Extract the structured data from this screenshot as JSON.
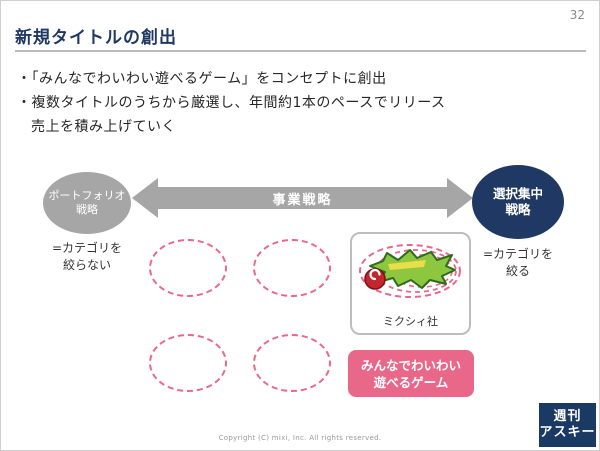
{
  "page": {
    "number": "32",
    "title": "新規タイトルの創出",
    "footer": "Copyright (C) mixi, Inc. All rights reserved."
  },
  "bullets": [
    "・「みんなでわいわい遊べるゲーム」をコンセプトに創出",
    "・複数タイトルのうちから厳選し、年間約1本のペースでリリース",
    "売上を積み上げていく"
  ],
  "diagram": {
    "left_circle": {
      "line1": "ポートフォリオ",
      "line2": "戦略"
    },
    "arrow_label": "事業戦略",
    "right_circle": {
      "line1": "選択集中",
      "line2": "戦略"
    },
    "left_note": {
      "line1": "=カテゴリを",
      "line2": "絞らない"
    },
    "right_note": {
      "line1": "=カテゴリを",
      "line2": "絞る"
    },
    "card_label": "ミクシィ社",
    "badge": {
      "line1": "みんなでわいわい",
      "line2": "遊べるゲーム"
    },
    "logo_icon": "monster-strike-logo"
  },
  "watermark": {
    "line1": "週刊",
    "line2": "アスキー"
  },
  "colors": {
    "title_navy": "#1F3864",
    "shape_gray": "#A6A6A6",
    "accent_pink": "#E9688A",
    "watermark_navy": "#1A3A63",
    "logo_green": "#8DC63F",
    "logo_red": "#C1272D"
  }
}
